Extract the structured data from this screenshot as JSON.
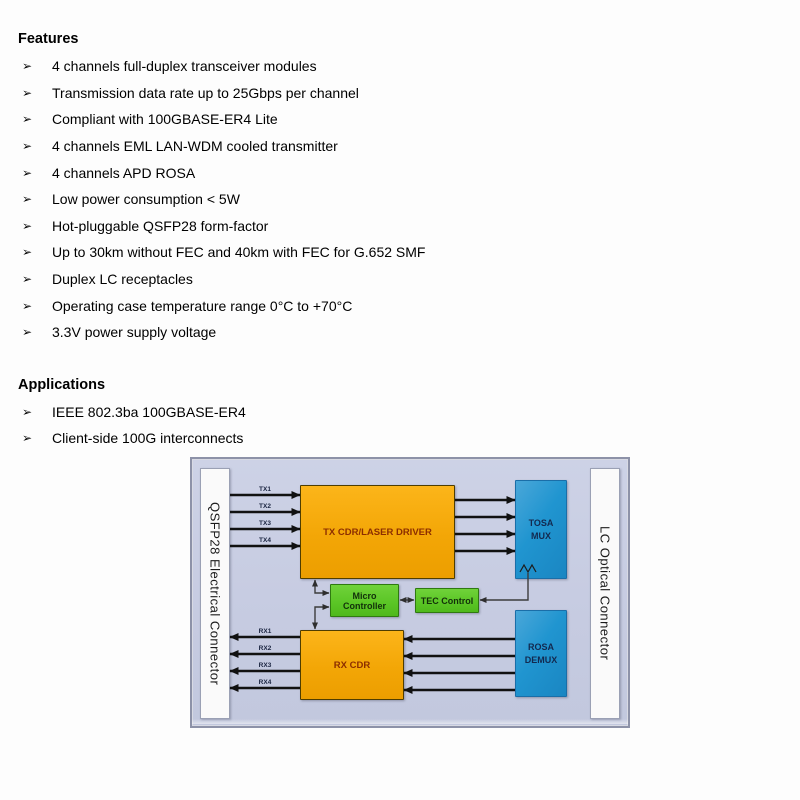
{
  "features": {
    "heading": "Features",
    "items": [
      "4 channels full-duplex transceiver modules",
      "Transmission data rate up to 25Gbps per channel",
      "Compliant with 100GBASE-ER4 Lite",
      "4 channels EML LAN-WDM cooled transmitter",
      "4 channels APD ROSA",
      "Low power consumption < 5W",
      "Hot-pluggable QSFP28 form-factor",
      "Up to 30km without FEC and 40km with FEC for G.652 SMF",
      "Duplex LC receptacles",
      "Operating case temperature range 0°C to +70°C",
      "3.3V power supply voltage"
    ]
  },
  "applications": {
    "heading": "Applications",
    "items": [
      "IEEE 802.3ba 100GBASE-ER4",
      "Client-side 100G interconnects"
    ]
  },
  "list": {
    "bullet": "➢"
  },
  "diagram": {
    "left_connector_label": "QSFP28 Electrical Connector",
    "right_connector_label": "LC Optical Connector",
    "blocks": {
      "tx_cdr_laser_driver": "TX CDR/LASER DRIVER",
      "tosa_mux": "TOSA\nMUX",
      "micro_controller": "Micro Controller",
      "tec_control": "TEC Control",
      "rx_cdr": "RX CDR",
      "rosa_demux": "ROSA\nDEMUX"
    },
    "tx_channel_labels": [
      "TX1",
      "TX2",
      "TX3",
      "TX4"
    ],
    "rx_channel_labels": [
      "RX1",
      "RX2",
      "RX3",
      "RX4"
    ],
    "colors": {
      "diagram_background": "#c6cbe1",
      "block_orange": "#f3a606",
      "block_blue": "#2095d0",
      "block_green": "#5ac525",
      "connector_bar": "#fafafa",
      "arrow": "#111111"
    }
  }
}
